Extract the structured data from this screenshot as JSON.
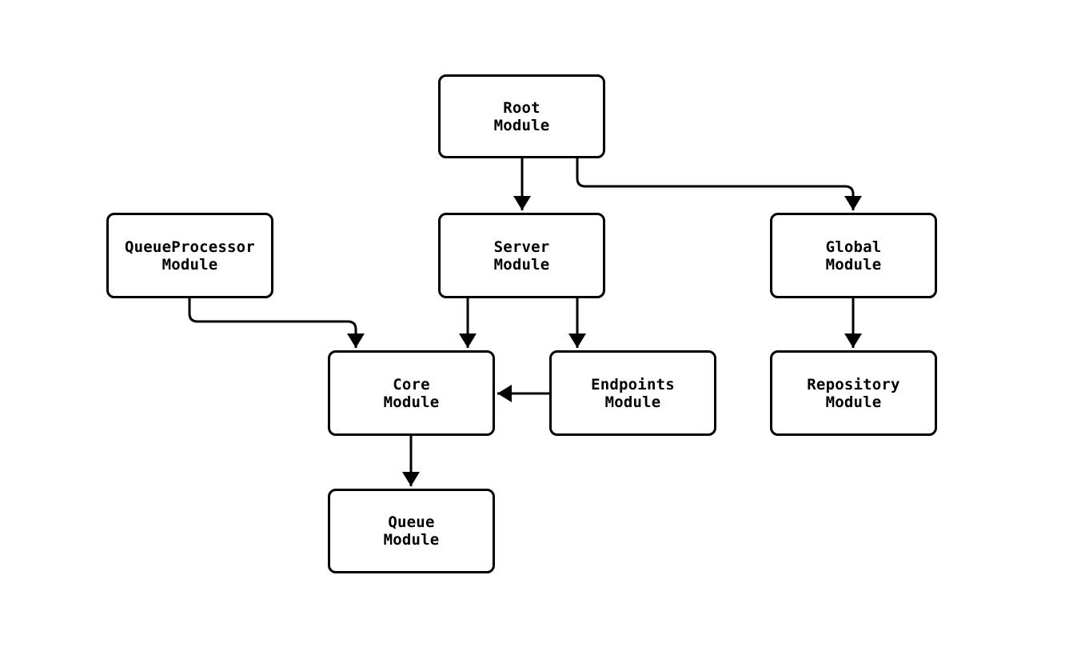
{
  "diagram": {
    "type": "module-dependency-flowchart",
    "nodes": {
      "root": {
        "label": "Root\nModule"
      },
      "queueProcessor": {
        "label": "QueueProcessor\nModule"
      },
      "server": {
        "label": "Server\nModule"
      },
      "global": {
        "label": "Global\nModule"
      },
      "core": {
        "label": "Core\nModule"
      },
      "endpoints": {
        "label": "Endpoints\nModule"
      },
      "repository": {
        "label": "Repository\nModule"
      },
      "queue": {
        "label": "Queue\nModule"
      }
    },
    "edges": [
      {
        "from": "root",
        "to": "server"
      },
      {
        "from": "root",
        "to": "global"
      },
      {
        "from": "queueProcessor",
        "to": "core"
      },
      {
        "from": "server",
        "to": "core"
      },
      {
        "from": "server",
        "to": "endpoints"
      },
      {
        "from": "endpoints",
        "to": "core"
      },
      {
        "from": "global",
        "to": "repository"
      },
      {
        "from": "core",
        "to": "queue"
      }
    ],
    "colors": {
      "stroke": "#000000",
      "node_fill": "#ffffff",
      "text": "#000000",
      "background": "#ffffff"
    }
  }
}
